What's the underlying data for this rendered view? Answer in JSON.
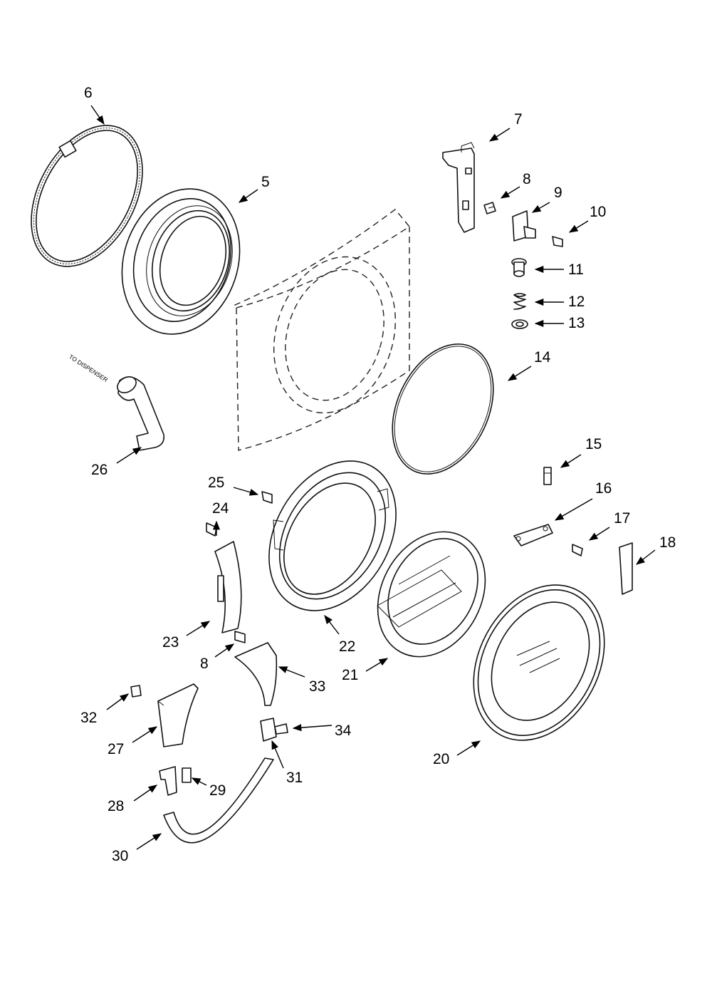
{
  "callouts": {
    "c5": "5",
    "c6": "6",
    "c7": "7",
    "c8a": "8",
    "c8b": "8",
    "c9": "9",
    "c10": "10",
    "c11": "11",
    "c12": "12",
    "c13": "13",
    "c14": "14",
    "c15": "15",
    "c16": "16",
    "c17": "17",
    "c18": "18",
    "c20": "20",
    "c21": "21",
    "c22": "22",
    "c23": "23",
    "c24": "24",
    "c25": "25",
    "c26": "26",
    "c27": "27",
    "c28": "28",
    "c29": "29",
    "c30": "30",
    "c31": "31",
    "c32": "32",
    "c33": "33",
    "c34": "34"
  },
  "annotations": {
    "to_dispenser": "TO DISPENSER"
  },
  "colors": {
    "line": "#111111",
    "background": "#ffffff"
  }
}
